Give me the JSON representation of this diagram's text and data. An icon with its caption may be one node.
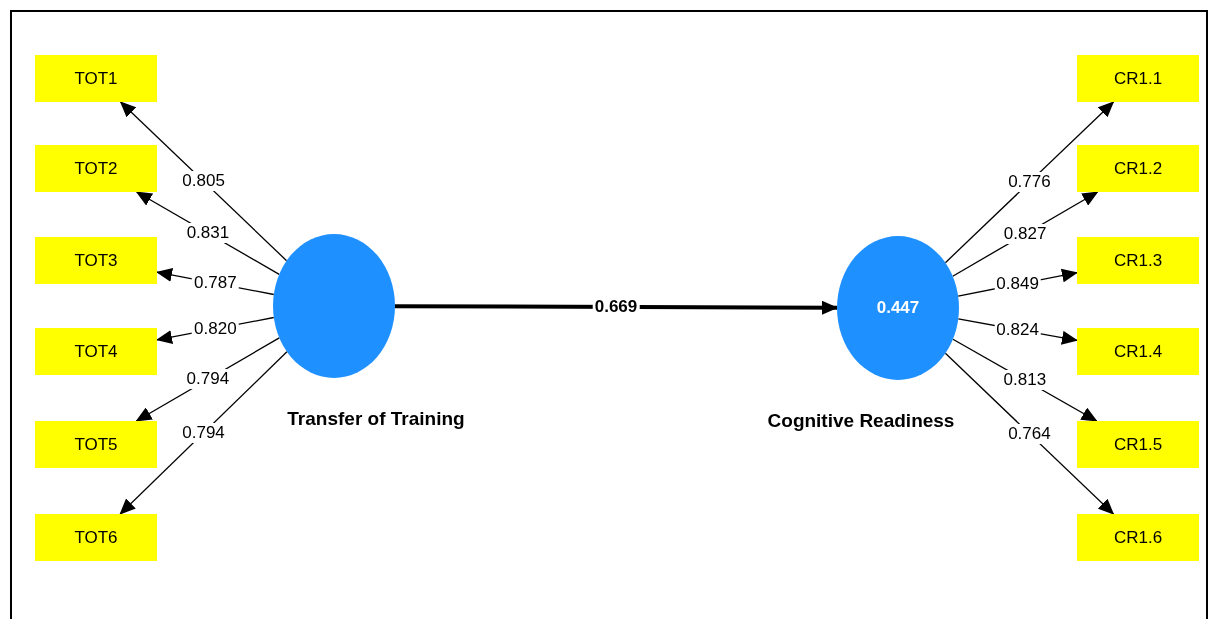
{
  "diagram": {
    "nodes": [
      {
        "text": [
          "TOT1"
        ]
      },
      {
        "text": [
          "TOT2"
        ]
      },
      {
        "text": [
          "TOT3"
        ]
      },
      {
        "text": [
          "TOT4"
        ]
      },
      {
        "text": [
          "TOT5"
        ]
      },
      {
        "text": [
          "TOT6"
        ]
      },
      {
        "text": [],
        "shape": "circle",
        "beside": [
          "Transfer of Training"
        ]
      },
      {
        "text": [
          "0.447"
        ],
        "beside": [
          "Cognitive Readiness"
        ]
      },
      {
        "text": [
          "CR1.1"
        ]
      },
      {
        "text": [
          "CR1.2"
        ]
      },
      {
        "text": [
          "CR1.3"
        ]
      },
      {
        "text": [
          "CR1.4"
        ]
      },
      {
        "text": [
          "CR1.5"
        ]
      },
      {
        "text": [
          "CR1.6"
        ]
      }
    ],
    "edges": [
      {
        "from": 6,
        "to": 0,
        "arrow": "to",
        "label": "0.805"
      },
      {
        "from": 6,
        "to": 1,
        "arrow": "to",
        "label": "0.831"
      },
      {
        "from": 6,
        "to": 2,
        "arrow": "to",
        "label": "0.787"
      },
      {
        "from": 6,
        "to": 3,
        "arrow": "to",
        "label": "0.820"
      },
      {
        "from": 6,
        "to": 4,
        "arrow": "to",
        "label": "0.794"
      },
      {
        "from": 6,
        "to": 5,
        "arrow": "to",
        "label": "0.794"
      },
      {
        "from": 6,
        "to": 7,
        "arrow": "to",
        "label": "0.669",
        "style": "thick"
      },
      {
        "from": 7,
        "to": 8,
        "arrow": "to",
        "label": "0.776"
      },
      {
        "from": 7,
        "to": 9,
        "arrow": "to",
        "label": "0.827"
      },
      {
        "from": 7,
        "to": 10,
        "arrow": "to",
        "label": "0.849"
      },
      {
        "from": 7,
        "to": 11,
        "arrow": "to",
        "label": "0.824"
      },
      {
        "from": 7,
        "to": 12,
        "arrow": "to",
        "label": "0.813"
      },
      {
        "from": 7,
        "to": 13,
        "arrow": "to",
        "label": "0.764"
      }
    ]
  }
}
